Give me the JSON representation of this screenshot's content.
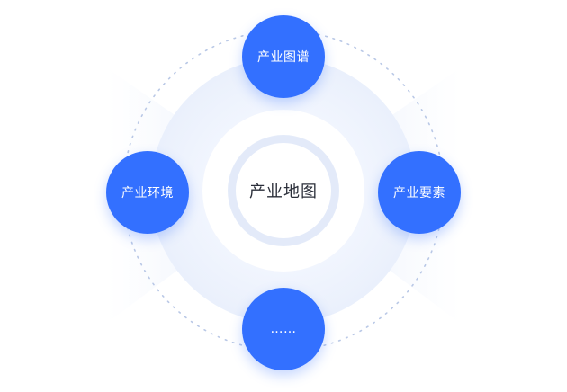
{
  "center": {
    "label": "产业地图"
  },
  "nodes": {
    "top": {
      "label": "产业图谱"
    },
    "left": {
      "label": "产业环境"
    },
    "right": {
      "label": "产业要素"
    },
    "bottom": {
      "label": "……"
    }
  },
  "colors": {
    "node": "#3370ff",
    "ring": "#e3eaf9",
    "halo": "#eef3fd",
    "dots": "#b9c8e6"
  }
}
